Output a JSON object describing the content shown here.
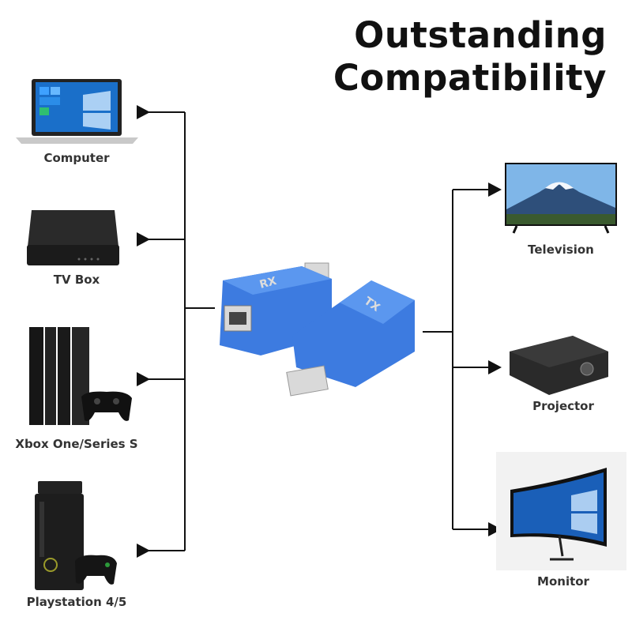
{
  "title": {
    "line1": "Outstanding",
    "line2": "Compatibility"
  },
  "sources": [
    {
      "label": "Computer",
      "icon": "laptop-icon"
    },
    {
      "label": "TV Box",
      "icon": "tv-box-icon"
    },
    {
      "label": "Xbox One/Series S",
      "icon": "game-console-icon"
    },
    {
      "label": "Playstation 4/5",
      "icon": "game-console-icon"
    }
  ],
  "displays": [
    {
      "label": "Television",
      "icon": "television-icon"
    },
    {
      "label": "Projector",
      "icon": "projector-icon"
    },
    {
      "label": "Monitor",
      "icon": "monitor-icon"
    }
  ],
  "extender": {
    "receiver_mark": "RX",
    "transmitter_mark": "TX",
    "color": "#3d7be0"
  }
}
